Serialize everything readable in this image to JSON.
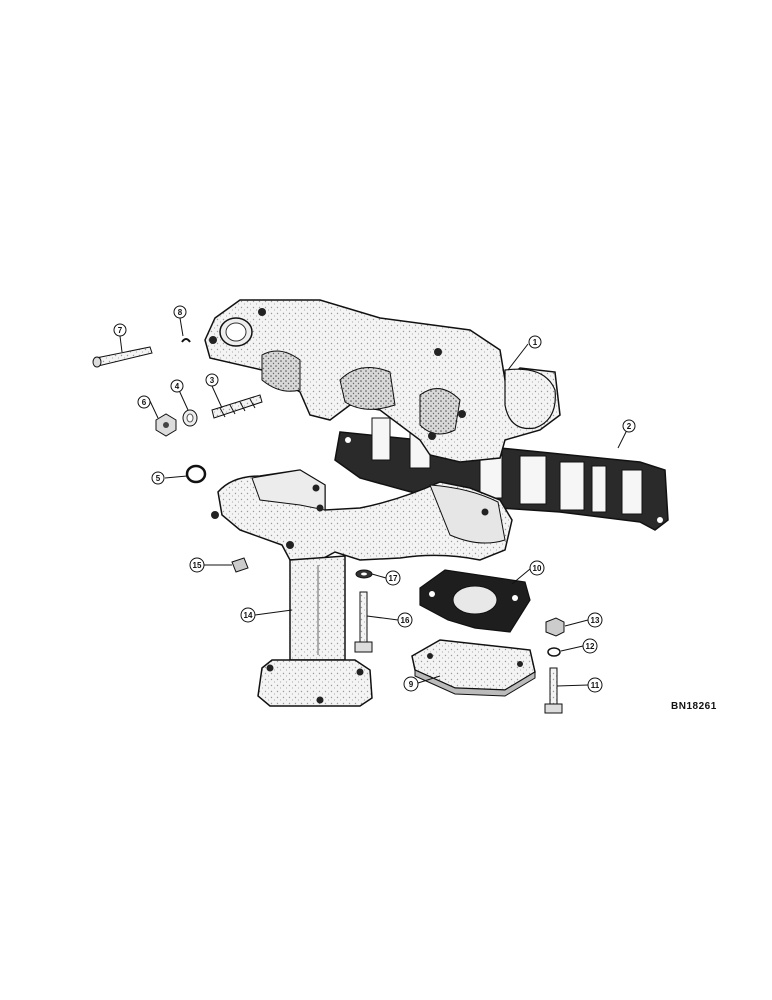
{
  "callouts": {
    "c1": "1",
    "c2": "2",
    "c3": "3",
    "c4": "4",
    "c5": "5",
    "c6": "6",
    "c7": "7",
    "c8": "8",
    "c9": "9",
    "c10": "10",
    "c11": "11",
    "c12": "12",
    "c13": "13",
    "c14": "14",
    "c15": "15",
    "c16": "16",
    "c17": "17"
  },
  "drawing_code": "BN18261"
}
